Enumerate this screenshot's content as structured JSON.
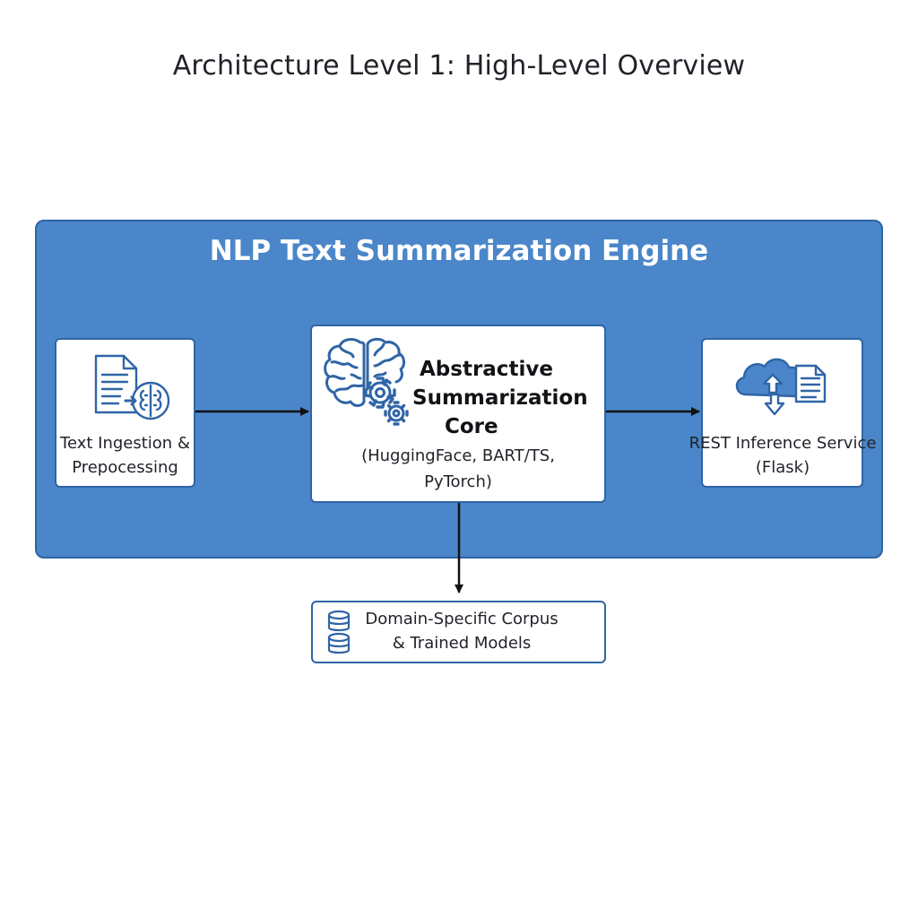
{
  "title": "Architecture Level 1: High-Level Overview",
  "engine": {
    "title": "NLP Text Summarization Engine"
  },
  "nodes": {
    "ingestion": {
      "line1": "Text Ingestion &",
      "line2": "Prepocessing",
      "icon": "document-brain-icon"
    },
    "core": {
      "title_line1": "Abstractive",
      "title_line2": "Summarization",
      "title_line3": "Core",
      "sub_line1": "(HuggingFace, BART/TS,",
      "sub_line2": "PyTorch)",
      "icon": "brain-gears-icon"
    },
    "rest": {
      "line1": "REST Inference Service",
      "line2": "(Flask)",
      "icon": "cloud-document-icon"
    },
    "storage": {
      "line1": "Domain-Specific Corpus",
      "line2": "& Trained Models",
      "icon": "database-icon"
    }
  },
  "edges": [
    {
      "from": "ingestion",
      "to": "core"
    },
    {
      "from": "core",
      "to": "rest"
    },
    {
      "from": "core",
      "to": "storage"
    }
  ],
  "colors": {
    "panel": "#4a86c9",
    "panel_border": "#2f65a6",
    "icon": "#2f65a6",
    "arrow": "#111111"
  }
}
